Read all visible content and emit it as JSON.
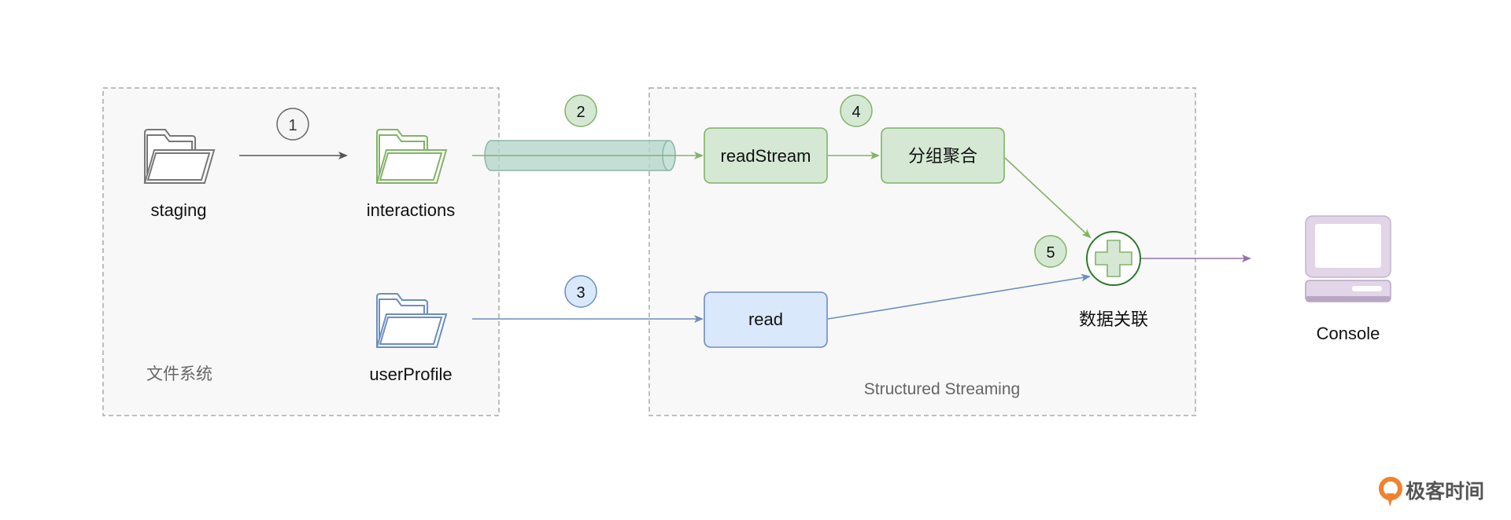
{
  "diagram": {
    "file_system_label": "文件系统",
    "streaming_label": "Structured Streaming",
    "folders": {
      "staging": "staging",
      "interactions": "interactions",
      "user_profile": "userProfile"
    },
    "nodes": {
      "read_stream": "readStream",
      "group_agg": "分组聚合",
      "read": "read",
      "join": "数据关联",
      "console": "Console"
    },
    "steps": [
      "1",
      "2",
      "3",
      "4",
      "5"
    ]
  },
  "brand": {
    "name": "极客时间"
  },
  "colors": {
    "gray": "#666666",
    "green_stroke": "#82b366",
    "green_fill": "#d5e8d4",
    "blue_stroke": "#6c8ebf",
    "blue_fill": "#dae8fc",
    "purple_stroke": "#9673a6",
    "purple_fill": "#e1d5e7",
    "teal_fill": "#b5d6cc",
    "brand_orange": "#f0822f"
  }
}
